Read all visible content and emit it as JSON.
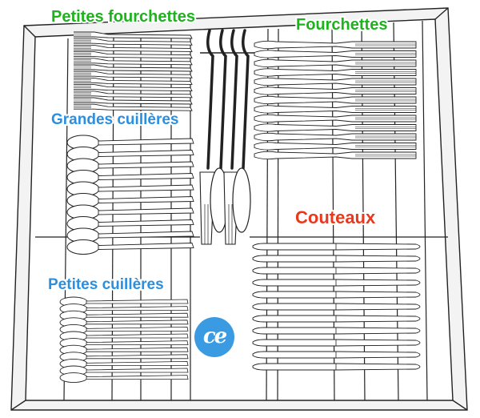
{
  "labels": {
    "petites_fourchettes": "Petites fourchettes",
    "fourchettes": "Fourchettes",
    "grandes_cuilleres": "Grandes cuillères",
    "couteaux": "Couteaux",
    "petites_cuilleres": "Petites cuillères"
  },
  "logo": {
    "text": "ce"
  },
  "colors": {
    "green_label": "#1db31d",
    "blue_label": "#2b8fe0",
    "red_label": "#e8391e",
    "logo_bg": "#3a9be3",
    "lines": "#222222"
  },
  "icons": {
    "basket": "cutlery-basket",
    "forks": "fork-icon",
    "spoons": "spoon-icon",
    "knives": "knife-icon"
  }
}
